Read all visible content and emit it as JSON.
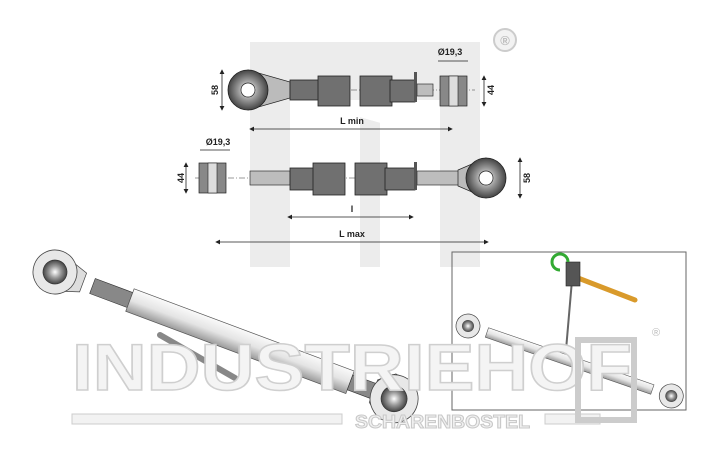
{
  "drawing": {
    "top_view": {
      "eye_height": "58",
      "ball_height": "44",
      "ball_diameter": "Ø19,3",
      "length_label": "L min"
    },
    "bottom_view": {
      "eye_height": "58",
      "ball_height": "44",
      "ball_diameter": "Ø19,3",
      "body_length_label": "l",
      "length_label": "L max"
    }
  },
  "watermark": {
    "brand": "INDUSTRIEHOF",
    "location": "SCHARENBOSTEL",
    "registered": "®"
  },
  "logo": {
    "registered": "®"
  }
}
